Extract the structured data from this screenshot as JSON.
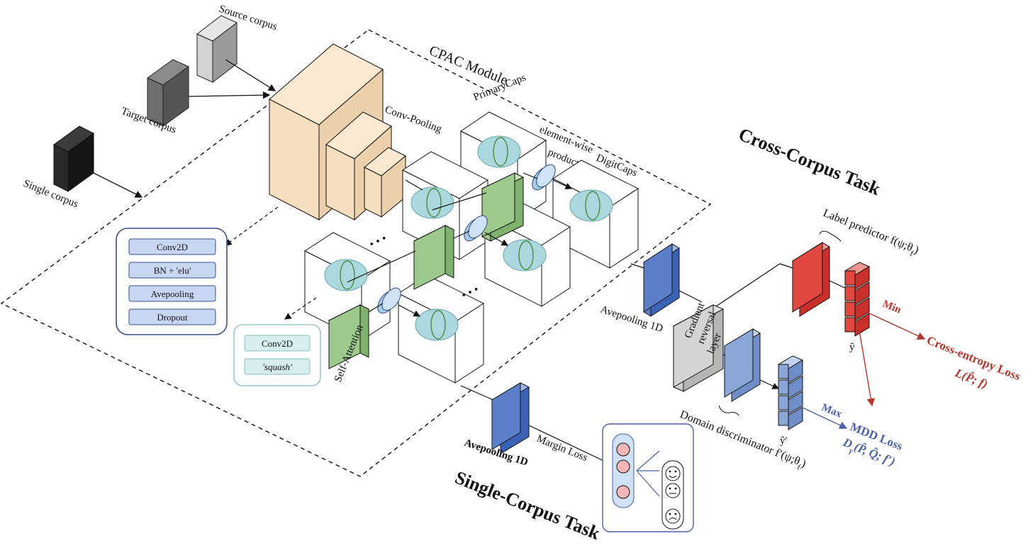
{
  "inputs": {
    "source": "Source corpus",
    "target": "Target corpus",
    "single": "Single corpus"
  },
  "module": {
    "title": "CPAC Module",
    "conv_pooling": "Conv-Pooling",
    "primarycaps": "PrimaryCaps",
    "elementwise_1": "element-wise",
    "elementwise_2": "product",
    "digitcaps": "DigitCaps",
    "self_attention": "Self-Attention",
    "ellipsis": "• • •"
  },
  "conv_block": {
    "items": [
      "Conv2D",
      "BN + 'elu'",
      "Avepooling",
      "Dropout"
    ]
  },
  "caps_block": {
    "items": [
      "Conv2D",
      "'squash'"
    ]
  },
  "cross": {
    "title": "Cross-Corpus Task",
    "avepool": "Avepooling 1D",
    "grl_1": "Gradient",
    "grl_2": "reversal",
    "grl_3": "layer",
    "label_predictor": "Label predictor f(ψ;θ",
    "label_predictor_sub": "f",
    "label_predictor_end": ")",
    "domain_disc": "Domain discriminator f′(ψ;θ",
    "domain_disc_sub": "f",
    "domain_disc_end": ")",
    "yhat": "ŷ",
    "yhat_prime": "ŷ′",
    "min": "Min",
    "max": "Max",
    "ce_loss_1": "Cross-entropy Loss",
    "ce_loss_2": "L(P̂; f)",
    "mdd_loss_1": "MDD Loss",
    "mdd_loss_2": "D",
    "mdd_loss_sub": "γ",
    "mdd_loss_3": "(P̂, Q̂; f′)"
  },
  "single": {
    "title": "Single-Corpus Task",
    "avepool": "Avepooling 1D",
    "margin": "Margin Loss"
  },
  "colors": {
    "beige_front": "#f6dfc0",
    "beige_top": "#fbe9d2",
    "beige_side": "#ecd0ac",
    "green": "#9dca8c",
    "blue": "#5a7fc8",
    "light_blue": "#8aa6d6",
    "red": "#e0473f",
    "loss_red": "#b5352a",
    "loss_blue": "#4a62a8",
    "capsule": "#a9d9df"
  }
}
